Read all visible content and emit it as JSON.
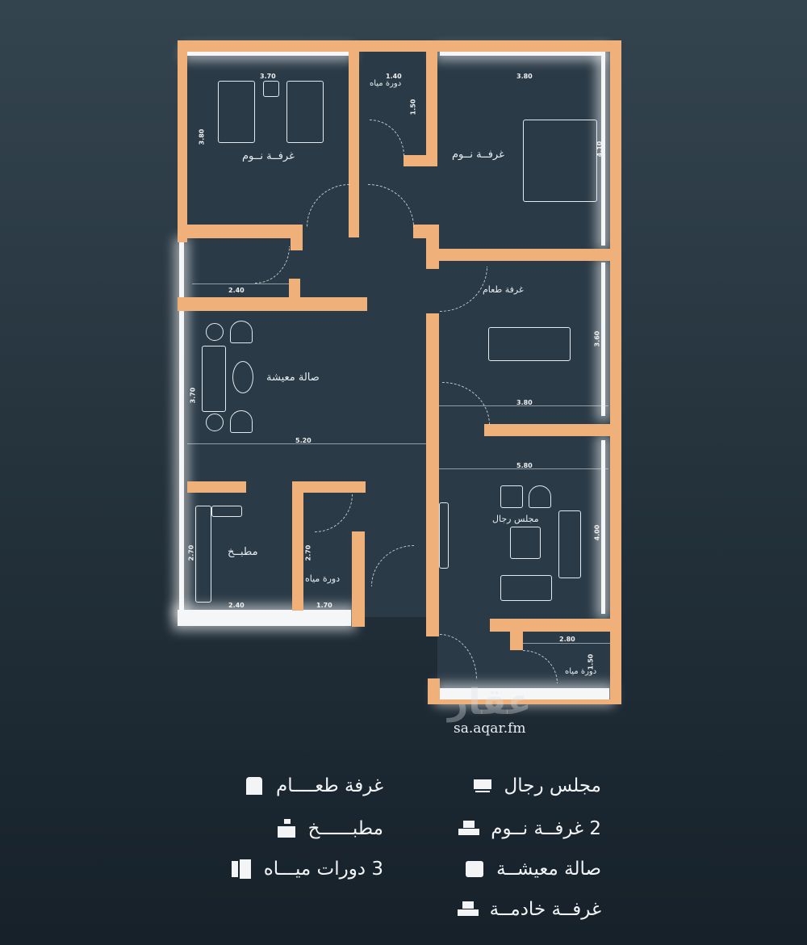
{
  "colors": {
    "wall": "#efb07a",
    "background": "#26343e",
    "floor": "#2a3a46",
    "line": "#e4eaee"
  },
  "rooms": {
    "bedroom_left": "غرفــة نــوم",
    "bath_top": "دورة مياه",
    "bedroom_right": "غرفــة نــوم",
    "dining": "غرفة طعام",
    "living": "صالة معيشة",
    "majlis": "مجلس رجال",
    "kitchen": "مطبــخ",
    "bath_bottom": "دورة مياه",
    "maid_bath": "دورة مياه"
  },
  "dimensions": {
    "bedroom_left_w": "3.70",
    "bedroom_left_h": "3.80",
    "bath_top_w": "1.40",
    "bath_top_h": "1.50",
    "bedroom_right_w": "3.80",
    "bedroom_right_h": "4.10",
    "store_w": "2.40",
    "dining_w": "3.80",
    "dining_h": "3.60",
    "living_w": "5.20",
    "living_h": "3.70",
    "majlis_w": "5.80",
    "majlis_h": "4.00",
    "kitchen_w": "2.40",
    "kitchen_h": "2.70",
    "bath_bottom_w": "1.70",
    "bath_bottom_h": "2.70",
    "maid_w": "2.80",
    "maid_h": "1.50"
  },
  "watermark": {
    "logo": "عقار",
    "url": "sa.aqar.fm"
  },
  "legend": [
    {
      "label": "مجلس رجال",
      "icon": "sofa-icon"
    },
    {
      "label": "2 غرفــة نــوم",
      "icon": "bed-icon"
    },
    {
      "label": "صالة معيشــة",
      "icon": "armchair-icon"
    },
    {
      "label": "غرفــة خادمــة",
      "icon": "bed-icon"
    },
    {
      "label": "غرفة طعــــام",
      "icon": "cabinet-icon"
    },
    {
      "label": "مطبــــــخ",
      "icon": "kitchen-icon"
    },
    {
      "label": "3 دورات ميـــاه",
      "icon": "bathtub-icon"
    }
  ]
}
